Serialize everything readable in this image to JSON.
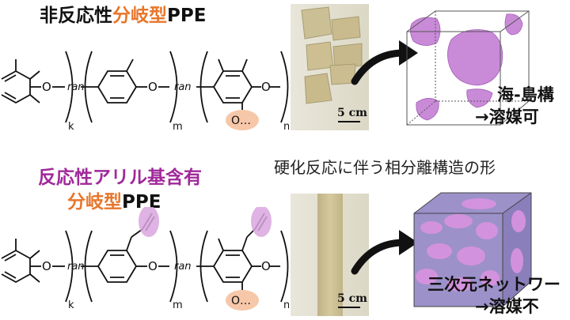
{
  "top_title": {
    "part1": "非反応性",
    "part2": "分岐型",
    "part3": "PPE"
  },
  "bottom_title": {
    "line1": "反応性アリル基含有",
    "line2a": "分岐型",
    "line2b": "PPE"
  },
  "chem": {
    "ran": "ran",
    "o": "O",
    "k": "k",
    "m": "m",
    "n": "n",
    "o_dots": "O…"
  },
  "scale_bar": "5 cm",
  "caption": "硬化反応に伴う相分離構造の形",
  "result_top": {
    "line1": "海-島構",
    "line2": "→溶媒可"
  },
  "result_bottom": {
    "line1": "三次元ネットワー",
    "line2": "→溶媒不"
  },
  "colors": {
    "orange": "#E8762B",
    "purple": "#A0289A",
    "blob": "#C98BD8",
    "highlight_orange": "#F6C7A8",
    "highlight_purple": "#D9A6DE"
  }
}
